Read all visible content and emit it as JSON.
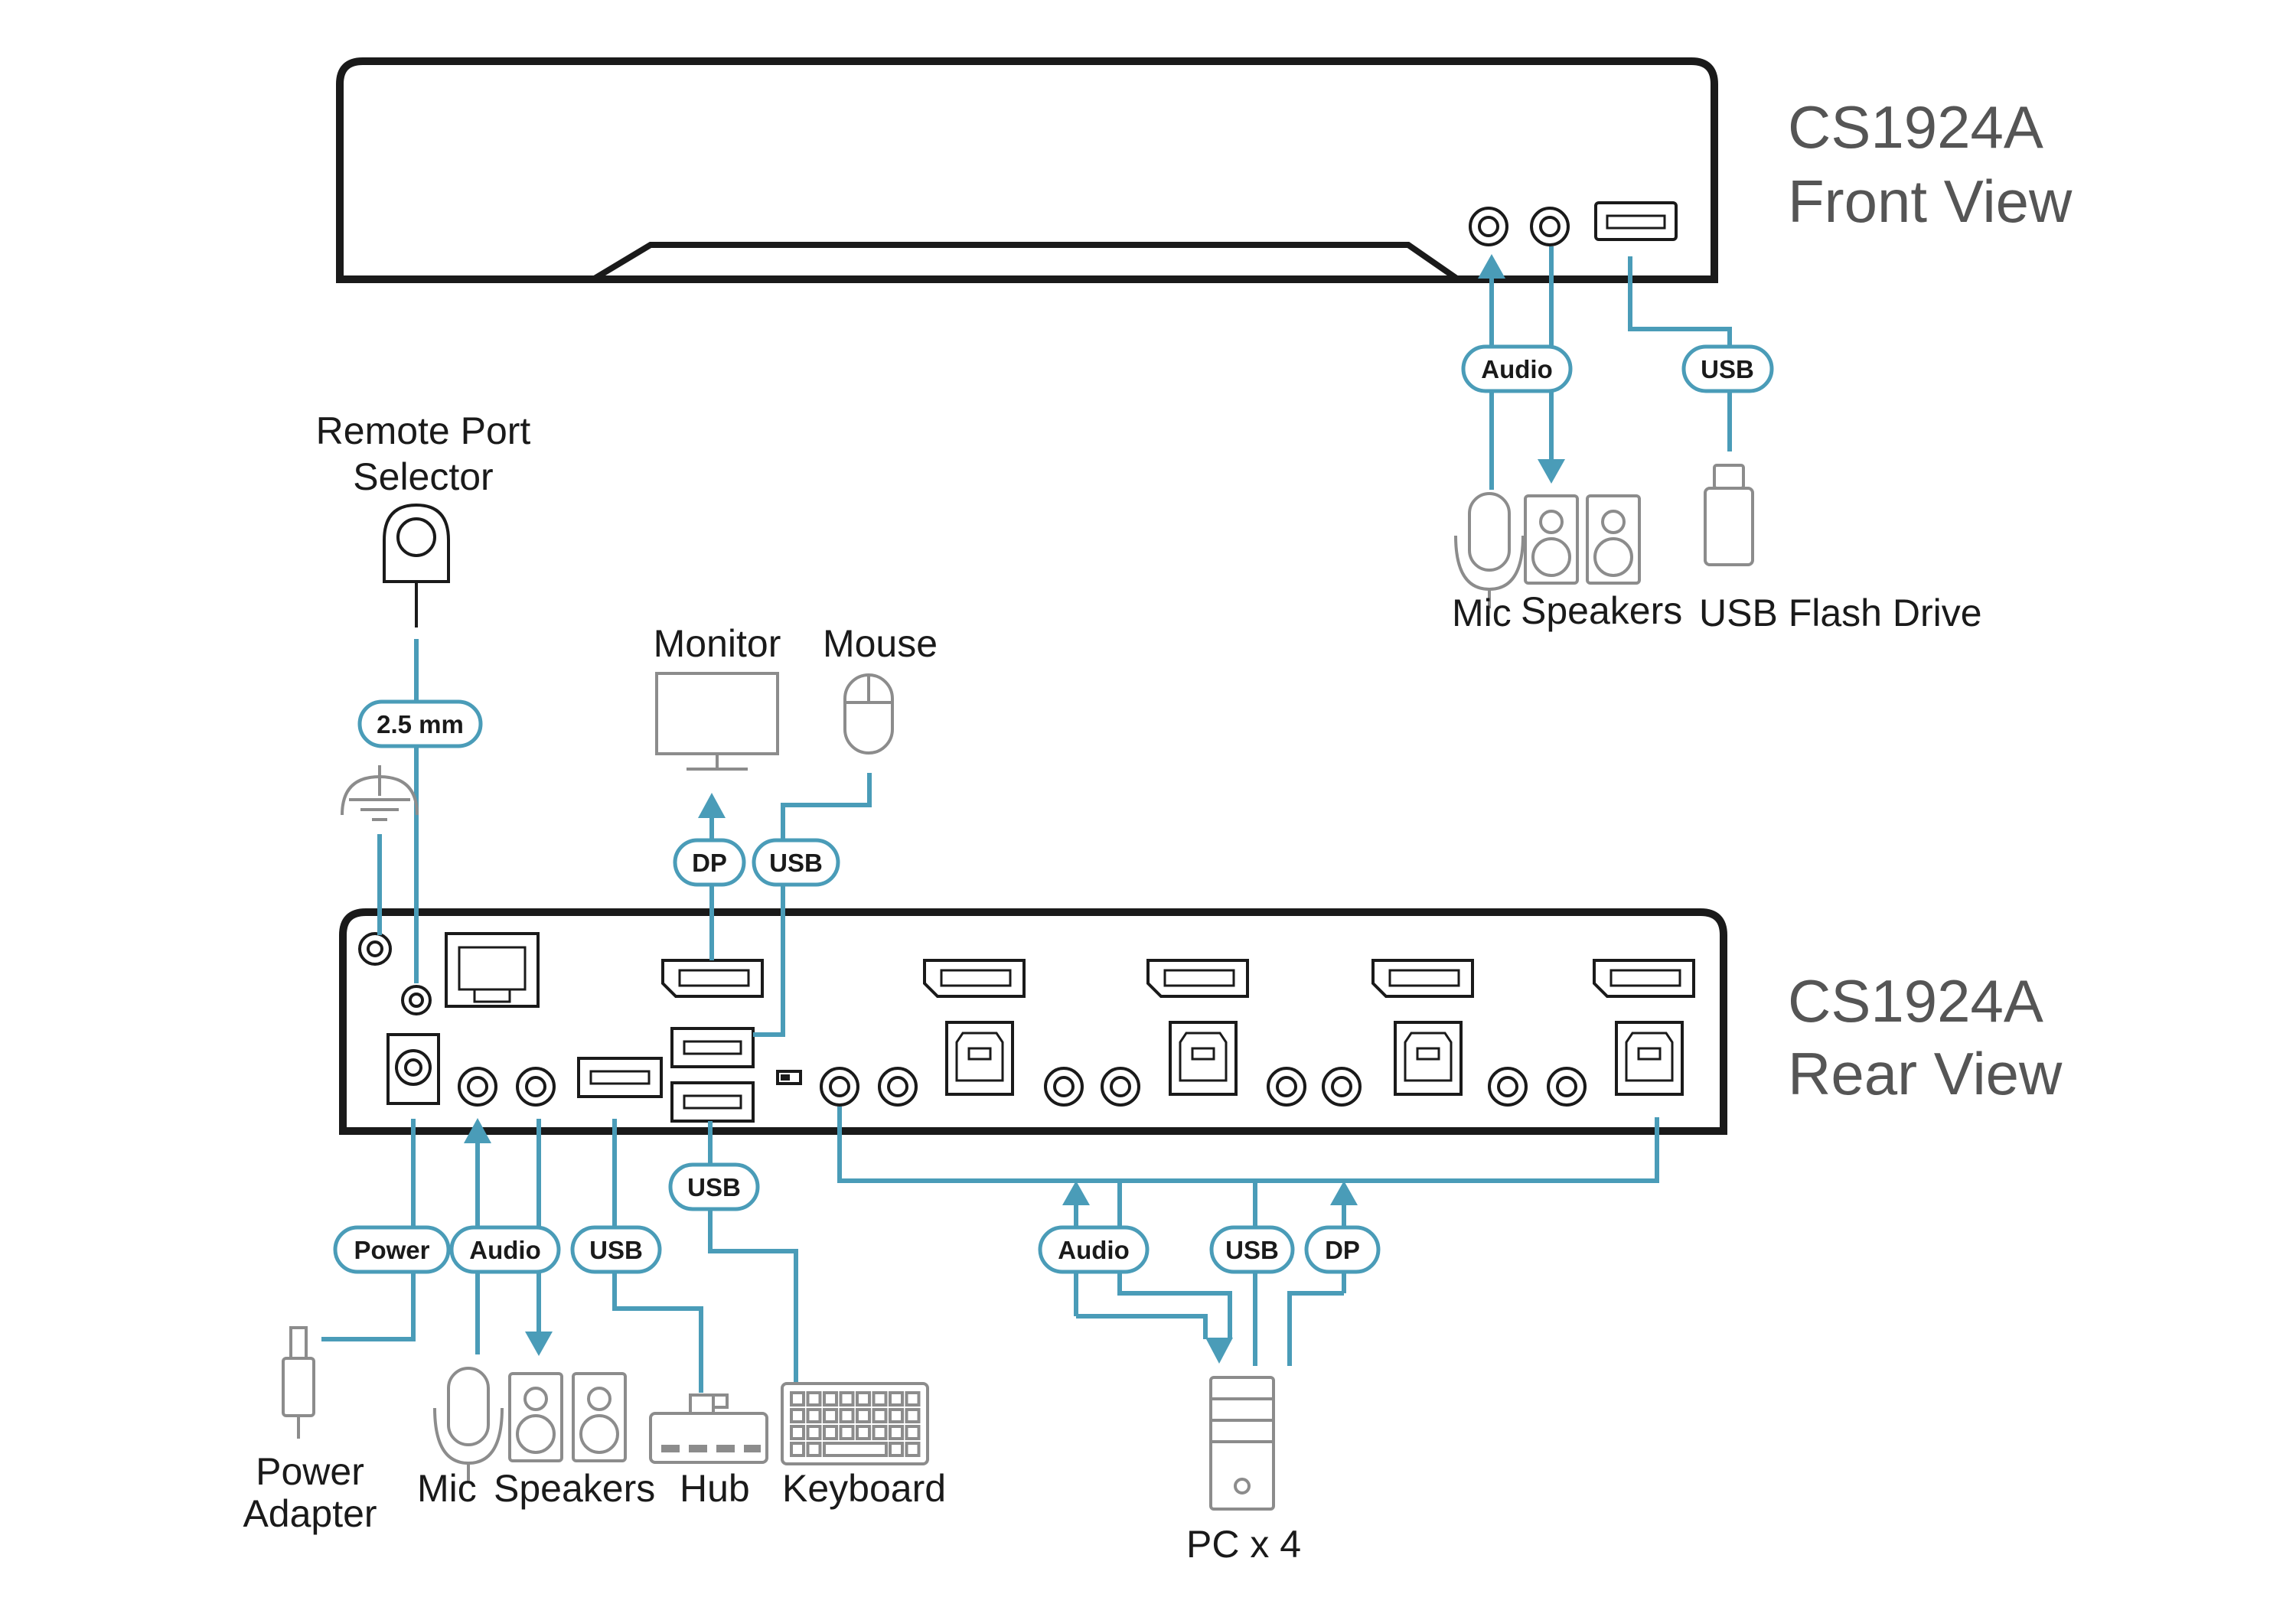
{
  "front": {
    "model": "CS1924A",
    "view": "Front View"
  },
  "rear": {
    "model": "CS1924A",
    "view": "Rear View"
  },
  "badges": {
    "front_audio": "Audio",
    "front_usb": "USB",
    "remote_2_5mm": "2.5 mm",
    "monitor_dp": "DP",
    "mouse_usb": "USB",
    "keyboard_usb": "USB",
    "power": "Power",
    "rear_audio": "Audio",
    "hub_usb": "USB",
    "pc_audio": "Audio",
    "pc_usb": "USB",
    "pc_dp": "DP"
  },
  "devices": {
    "remote_port_selector": [
      "Remote Port",
      "Selector"
    ],
    "monitor": "Monitor",
    "mouse": "Mouse",
    "front_mic": "Mic",
    "front_speakers": "Speakers",
    "usb_flash_drive": "USB Flash Drive",
    "power_adapter": [
      "Power",
      "Adapter"
    ],
    "rear_mic": "Mic",
    "rear_speakers": "Speakers",
    "hub": "Hub",
    "keyboard": "Keyboard",
    "pc": "PC x 4"
  },
  "icons": [
    "microphone-icon",
    "speaker-icon",
    "usb-flash-drive-icon",
    "monitor-icon",
    "mouse-icon",
    "remote-port-selector-icon",
    "ground-icon",
    "power-adapter-icon",
    "hub-icon",
    "keyboard-icon",
    "pc-tower-icon"
  ],
  "colors": {
    "cable": "#4a9cb8",
    "device": "#8c8c8c",
    "outline": "#1a1a1a",
    "title": "#555555"
  }
}
